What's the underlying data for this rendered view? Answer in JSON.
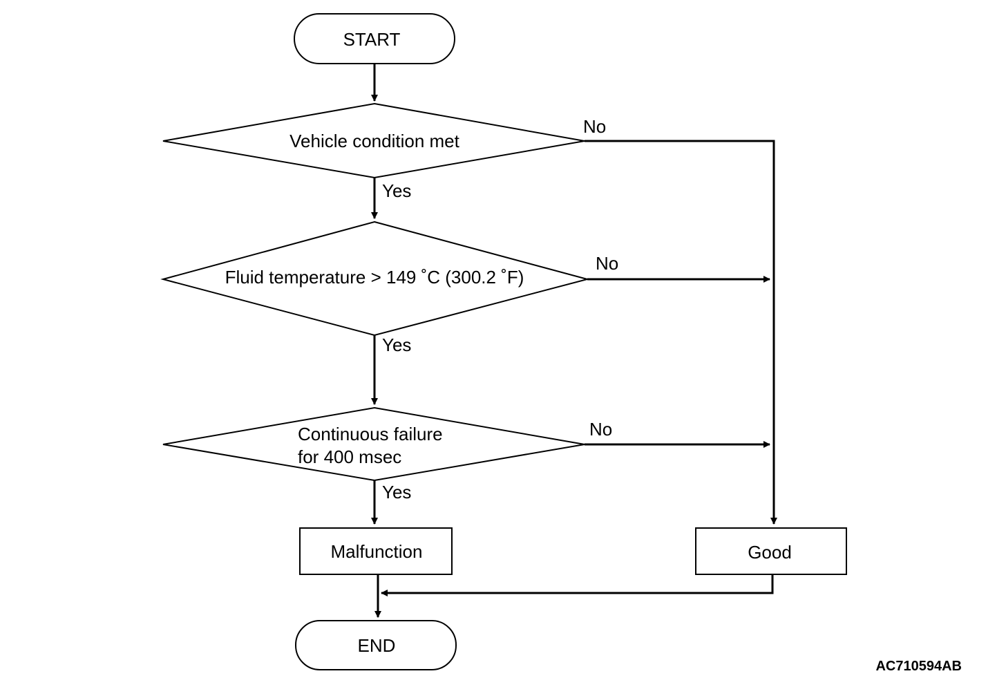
{
  "flowchart": {
    "start": "START",
    "end": "END",
    "decisions": [
      {
        "label_lines": [
          "Vehicle condition met"
        ],
        "yes": "Yes",
        "no": "No"
      },
      {
        "label_lines": [
          "Fluid temperature > 149 ˚C (300.2 ˚F)"
        ],
        "yes": "Yes",
        "no": "No"
      },
      {
        "label_lines": [
          "Continuous failure",
          "for 400 msec"
        ],
        "yes": "Yes",
        "no": "No"
      }
    ],
    "malfunction": "Malfunction",
    "good": "Good"
  },
  "figure_code": "AC710594AB",
  "colors": {
    "stroke": "#000000",
    "background": "#ffffff"
  }
}
